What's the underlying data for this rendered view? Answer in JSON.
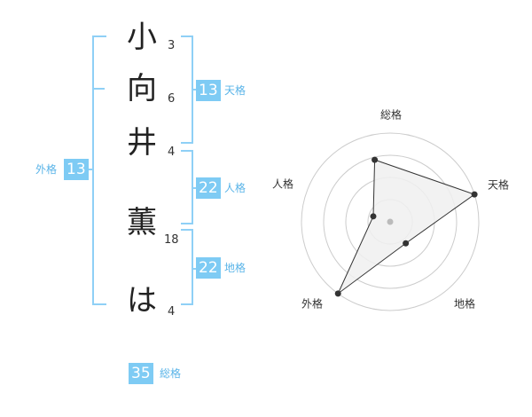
{
  "name": {
    "chars": [
      {
        "char": "小",
        "strokes": "3"
      },
      {
        "char": "向",
        "strokes": "6"
      },
      {
        "char": "井",
        "strokes": "4"
      },
      {
        "char": "薫",
        "strokes": "18"
      },
      {
        "char": "は",
        "strokes": "4"
      }
    ]
  },
  "scores": {
    "tenkaku": {
      "value": "13",
      "label": "天格"
    },
    "jinkaku": {
      "value": "22",
      "label": "人格"
    },
    "chikaku": {
      "value": "22",
      "label": "地格"
    },
    "gaikaku": {
      "value": "13",
      "label": "外格"
    },
    "soukaku": {
      "value": "35",
      "label": "総格"
    }
  },
  "chart_data": {
    "type": "radar",
    "axes": [
      "総格",
      "天格",
      "地格",
      "外格",
      "人格"
    ],
    "values": [
      0.72,
      1.0,
      0.3,
      1.0,
      0.2
    ],
    "rings": 4,
    "colors": {
      "fill": "#f0f0f0",
      "line": "#333333",
      "grid": "#cccccc",
      "point": "#333333",
      "center": "#bbbbbb"
    }
  }
}
